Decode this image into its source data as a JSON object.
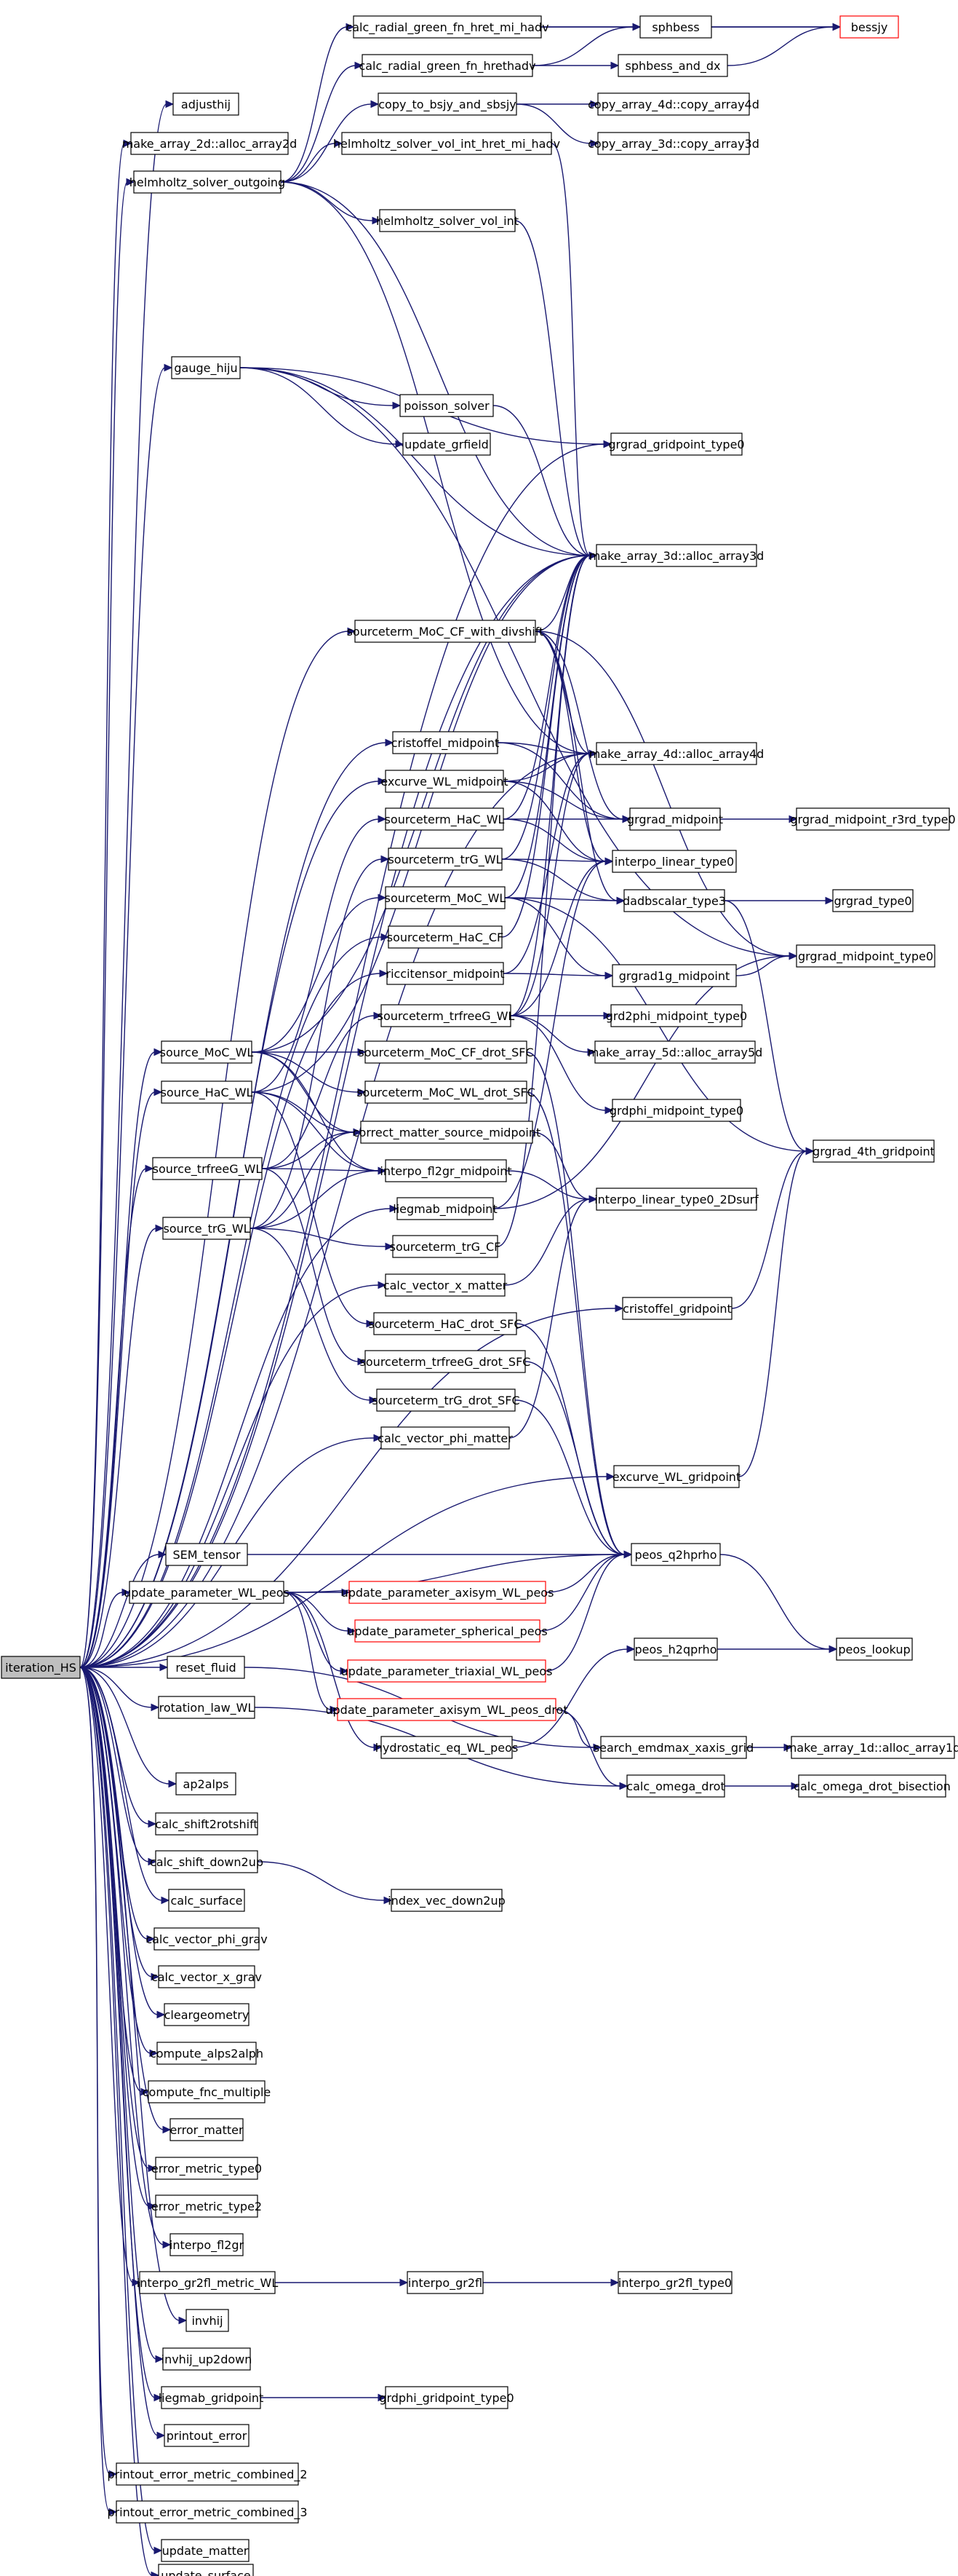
{
  "colors": {
    "edge": "#191970",
    "root_fill": "#bfbfbf",
    "truncated_border": "#ff0000",
    "node_border": "#000000",
    "node_fill": "#ffffff"
  },
  "nodes": [
    {
      "id": "iteration_HS",
      "label": "iteration_HS",
      "root": true
    },
    {
      "id": "calc_radial_green_fn_hret_mi_hadv",
      "label": "calc_radial_green_fn_hret_mi_hadv"
    },
    {
      "id": "calc_radial_green_fn_hrethadv",
      "label": "calc_radial_green_fn_hrethadv"
    },
    {
      "id": "sphbess",
      "label": "sphbess"
    },
    {
      "id": "sphbess_and_dx",
      "label": "sphbess_and_dx"
    },
    {
      "id": "bessjy",
      "label": "bessjy",
      "truncated": true
    },
    {
      "id": "adjusthij",
      "label": "adjusthij"
    },
    {
      "id": "copy_to_bsjy_and_sbsjy",
      "label": "copy_to_bsjy_and_sbsjy"
    },
    {
      "id": "copy_array_4d",
      "label": "copy_array_4d::copy_array4d"
    },
    {
      "id": "copy_array_3d",
      "label": "copy_array_3d::copy_array3d"
    },
    {
      "id": "make_array_2d",
      "label": "make_array_2d::alloc_array2d"
    },
    {
      "id": "helmholtz_solver_vol_int_hret_mi_hadv",
      "label": "helmholtz_solver_vol_int_hret_mi_hadv"
    },
    {
      "id": "helmholtz_solver_outgoing",
      "label": "helmholtz_solver_outgoing"
    },
    {
      "id": "helmholtz_solver_vol_int",
      "label": "helmholtz_solver_vol_int"
    },
    {
      "id": "gauge_hiju",
      "label": "gauge_hiju"
    },
    {
      "id": "poisson_solver",
      "label": "poisson_solver"
    },
    {
      "id": "update_grfield",
      "label": "update_grfield"
    },
    {
      "id": "grgrad_gridpoint_type0",
      "label": "grgrad_gridpoint_type0"
    },
    {
      "id": "make_array_3d",
      "label": "make_array_3d::alloc_array3d"
    },
    {
      "id": "sourceterm_MoC_CF_with_divshift",
      "label": "sourceterm_MoC_CF_with_divshift"
    },
    {
      "id": "cristoffel_midpoint",
      "label": "cristoffel_midpoint"
    },
    {
      "id": "make_array_4d",
      "label": "make_array_4d::alloc_array4d"
    },
    {
      "id": "excurve_WL_midpoint",
      "label": "excurve_WL_midpoint"
    },
    {
      "id": "sourceterm_HaC_WL",
      "label": "sourceterm_HaC_WL"
    },
    {
      "id": "grgrad_midpoint",
      "label": "grgrad_midpoint"
    },
    {
      "id": "grgrad_midpoint_r3rd_type0",
      "label": "grgrad_midpoint_r3rd_type0"
    },
    {
      "id": "sourceterm_trG_WL",
      "label": "sourceterm_trG_WL"
    },
    {
      "id": "interpo_linear_type0",
      "label": "interpo_linear_type0"
    },
    {
      "id": "sourceterm_MoC_WL",
      "label": "sourceterm_MoC_WL"
    },
    {
      "id": "dadbscalar_type3",
      "label": "dadbscalar_type3"
    },
    {
      "id": "grgrad_type0",
      "label": "grgrad_type0"
    },
    {
      "id": "sourceterm_HaC_CF",
      "label": "sourceterm_HaC_CF"
    },
    {
      "id": "riccitensor_midpoint",
      "label": "riccitensor_midpoint"
    },
    {
      "id": "grgrad1g_midpoint",
      "label": "grgrad1g_midpoint"
    },
    {
      "id": "grgrad_midpoint_type0",
      "label": "grgrad_midpoint_type0"
    },
    {
      "id": "sourceterm_trfreeG_WL",
      "label": "sourceterm_trfreeG_WL"
    },
    {
      "id": "grd2phi_midpoint_type0",
      "label": "grd2phi_midpoint_type0"
    },
    {
      "id": "source_MoC_WL",
      "label": "source_MoC_WL"
    },
    {
      "id": "sourceterm_MoC_CF_drot_SFC",
      "label": "sourceterm_MoC_CF_drot_SFC"
    },
    {
      "id": "make_array_5d",
      "label": "make_array_5d::alloc_array5d"
    },
    {
      "id": "source_HaC_WL",
      "label": "source_HaC_WL"
    },
    {
      "id": "sourceterm_MoC_WL_drot_SFC",
      "label": "sourceterm_MoC_WL_drot_SFC"
    },
    {
      "id": "grdphi_midpoint_type0",
      "label": "grdphi_midpoint_type0"
    },
    {
      "id": "correct_matter_source_midpoint",
      "label": "correct_matter_source_midpoint"
    },
    {
      "id": "grgrad_4th_gridpoint",
      "label": "grgrad_4th_gridpoint"
    },
    {
      "id": "source_trfreeG_WL",
      "label": "source_trfreeG_WL"
    },
    {
      "id": "interpo_fl2gr_midpoint",
      "label": "interpo_fl2gr_midpoint"
    },
    {
      "id": "interpo_linear_type0_2Dsurf",
      "label": "interpo_linear_type0_2Dsurf"
    },
    {
      "id": "liegmab_midpoint",
      "label": "liegmab_midpoint"
    },
    {
      "id": "source_trG_WL",
      "label": "source_trG_WL"
    },
    {
      "id": "sourceterm_trG_CF",
      "label": "sourceterm_trG_CF"
    },
    {
      "id": "calc_vector_x_matter",
      "label": "calc_vector_x_matter"
    },
    {
      "id": "cristoffel_gridpoint",
      "label": "cristoffel_gridpoint"
    },
    {
      "id": "sourceterm_HaC_drot_SFC",
      "label": "sourceterm_HaC_drot_SFC"
    },
    {
      "id": "sourceterm_trfreeG_drot_SFC",
      "label": "sourceterm_trfreeG_drot_SFC"
    },
    {
      "id": "sourceterm_trG_drot_SFC",
      "label": "sourceterm_trG_drot_SFC"
    },
    {
      "id": "calc_vector_phi_matter",
      "label": "calc_vector_phi_matter"
    },
    {
      "id": "excurve_WL_gridpoint",
      "label": "excurve_WL_gridpoint"
    },
    {
      "id": "SEM_tensor",
      "label": "SEM_tensor"
    },
    {
      "id": "peos_q2hprho",
      "label": "peos_q2hprho"
    },
    {
      "id": "update_parameter_WL_peos",
      "label": "update_parameter_WL_peos"
    },
    {
      "id": "update_parameter_axisym_WL_peos",
      "label": "update_parameter_axisym_WL_peos",
      "truncated": true
    },
    {
      "id": "update_parameter_spherical_peos",
      "label": "update_parameter_spherical_peos",
      "truncated": true
    },
    {
      "id": "peos_lookup",
      "label": "peos_lookup"
    },
    {
      "id": "peos_h2qprho",
      "label": "peos_h2qprho"
    },
    {
      "id": "reset_fluid",
      "label": "reset_fluid"
    },
    {
      "id": "update_parameter_triaxial_WL_peos",
      "label": "update_parameter_triaxial_WL_peos",
      "truncated": true
    },
    {
      "id": "update_parameter_axisym_WL_peos_drot",
      "label": "update_parameter_axisym_WL_peos_drot",
      "truncated": true
    },
    {
      "id": "rotation_law_WL",
      "label": "rotation_law_WL"
    },
    {
      "id": "hydrostatic_eq_WL_peos",
      "label": "hydrostatic_eq_WL_peos"
    },
    {
      "id": "search_emdmax_xaxis_grid",
      "label": "search_emdmax_xaxis_grid"
    },
    {
      "id": "make_array_1d",
      "label": "make_array_1d::alloc_array1d"
    },
    {
      "id": "ap2alps",
      "label": "ap2alps"
    },
    {
      "id": "calc_omega_drot",
      "label": "calc_omega_drot"
    },
    {
      "id": "calc_omega_drot_bisection",
      "label": "calc_omega_drot_bisection"
    },
    {
      "id": "calc_shift2rotshift",
      "label": "calc_shift2rotshift"
    },
    {
      "id": "calc_shift_down2up",
      "label": "calc_shift_down2up"
    },
    {
      "id": "index_vec_down2up",
      "label": "index_vec_down2up"
    },
    {
      "id": "calc_surface",
      "label": "calc_surface"
    },
    {
      "id": "calc_vector_phi_grav",
      "label": "calc_vector_phi_grav"
    },
    {
      "id": "calc_vector_x_grav",
      "label": "calc_vector_x_grav"
    },
    {
      "id": "cleargeometry",
      "label": "cleargeometry"
    },
    {
      "id": "compute_alps2alph",
      "label": "compute_alps2alph"
    },
    {
      "id": "compute_fnc_multiple",
      "label": "compute_fnc_multiple"
    },
    {
      "id": "error_matter",
      "label": "error_matter"
    },
    {
      "id": "error_metric_type0",
      "label": "error_metric_type0"
    },
    {
      "id": "error_metric_type2",
      "label": "error_metric_type2"
    },
    {
      "id": "interpo_fl2gr",
      "label": "interpo_fl2gr"
    },
    {
      "id": "interpo_gr2fl_metric_WL",
      "label": "interpo_gr2fl_metric_WL"
    },
    {
      "id": "interpo_gr2fl",
      "label": "interpo_gr2fl"
    },
    {
      "id": "interpo_gr2fl_type0",
      "label": "interpo_gr2fl_type0"
    },
    {
      "id": "invhij",
      "label": "invhij"
    },
    {
      "id": "invhij_up2down",
      "label": "invhij_up2down"
    },
    {
      "id": "liegmab_gridpoint",
      "label": "liegmab_gridpoint"
    },
    {
      "id": "grdphi_gridpoint_type0",
      "label": "grdphi_gridpoint_type0"
    },
    {
      "id": "printout_error",
      "label": "printout_error"
    },
    {
      "id": "printout_error_metric_combined_2",
      "label": "printout_error_metric_combined_2"
    },
    {
      "id": "printout_error_metric_combined_3",
      "label": "printout_error_metric_combined_3"
    },
    {
      "id": "update_matter",
      "label": "update_matter"
    },
    {
      "id": "update_surface",
      "label": "update_surface"
    }
  ],
  "edges": [
    [
      "iteration_HS",
      "adjusthij"
    ],
    [
      "iteration_HS",
      "make_array_2d"
    ],
    [
      "iteration_HS",
      "helmholtz_solver_outgoing"
    ],
    [
      "iteration_HS",
      "gauge_hiju"
    ],
    [
      "iteration_HS",
      "grgrad_gridpoint_type0"
    ],
    [
      "iteration_HS",
      "make_array_3d"
    ],
    [
      "iteration_HS",
      "make_array_4d"
    ],
    [
      "iteration_HS",
      "sourceterm_MoC_CF_with_divshift"
    ],
    [
      "iteration_HS",
      "cristoffel_midpoint"
    ],
    [
      "iteration_HS",
      "excurve_WL_midpoint"
    ],
    [
      "iteration_HS",
      "sourceterm_HaC_CF"
    ],
    [
      "iteration_HS",
      "riccitensor_midpoint"
    ],
    [
      "iteration_HS",
      "source_MoC_WL"
    ],
    [
      "iteration_HS",
      "source_HaC_WL"
    ],
    [
      "iteration_HS",
      "source_trfreeG_WL"
    ],
    [
      "iteration_HS",
      "source_trG_WL"
    ],
    [
      "iteration_HS",
      "liegmab_midpoint"
    ],
    [
      "iteration_HS",
      "calc_vector_x_matter"
    ],
    [
      "iteration_HS",
      "cristoffel_gridpoint"
    ],
    [
      "iteration_HS",
      "calc_vector_phi_matter"
    ],
    [
      "iteration_HS",
      "excurve_WL_gridpoint"
    ],
    [
      "iteration_HS",
      "SEM_tensor"
    ],
    [
      "iteration_HS",
      "update_parameter_WL_peos"
    ],
    [
      "iteration_HS",
      "reset_fluid"
    ],
    [
      "iteration_HS",
      "rotation_law_WL"
    ],
    [
      "iteration_HS",
      "ap2alps"
    ],
    [
      "iteration_HS",
      "calc_shift2rotshift"
    ],
    [
      "iteration_HS",
      "calc_shift_down2up"
    ],
    [
      "iteration_HS",
      "calc_surface"
    ],
    [
      "iteration_HS",
      "calc_vector_phi_grav"
    ],
    [
      "iteration_HS",
      "calc_vector_x_grav"
    ],
    [
      "iteration_HS",
      "cleargeometry"
    ],
    [
      "iteration_HS",
      "compute_alps2alph"
    ],
    [
      "iteration_HS",
      "compute_fnc_multiple"
    ],
    [
      "iteration_HS",
      "error_matter"
    ],
    [
      "iteration_HS",
      "error_metric_type0"
    ],
    [
      "iteration_HS",
      "error_metric_type2"
    ],
    [
      "iteration_HS",
      "interpo_fl2gr"
    ],
    [
      "iteration_HS",
      "interpo_gr2fl_metric_WL"
    ],
    [
      "iteration_HS",
      "invhij"
    ],
    [
      "iteration_HS",
      "invhij_up2down"
    ],
    [
      "iteration_HS",
      "liegmab_gridpoint"
    ],
    [
      "iteration_HS",
      "printout_error"
    ],
    [
      "iteration_HS",
      "printout_error_metric_combined_2"
    ],
    [
      "iteration_HS",
      "printout_error_metric_combined_3"
    ],
    [
      "iteration_HS",
      "update_matter"
    ],
    [
      "iteration_HS",
      "update_surface"
    ],
    [
      "calc_radial_green_fn_hret_mi_hadv",
      "sphbess"
    ],
    [
      "calc_radial_green_fn_hret_mi_hadv",
      "bessjy"
    ],
    [
      "calc_radial_green_fn_hrethadv",
      "sphbess"
    ],
    [
      "calc_radial_green_fn_hrethadv",
      "sphbess_and_dx"
    ],
    [
      "sphbess",
      "bessjy"
    ],
    [
      "sphbess_and_dx",
      "bessjy"
    ],
    [
      "copy_to_bsjy_and_sbsjy",
      "copy_array_4d"
    ],
    [
      "copy_to_bsjy_and_sbsjy",
      "copy_array_3d"
    ],
    [
      "helmholtz_solver_outgoing",
      "calc_radial_green_fn_hret_mi_hadv"
    ],
    [
      "helmholtz_solver_outgoing",
      "calc_radial_green_fn_hrethadv"
    ],
    [
      "helmholtz_solver_outgoing",
      "copy_to_bsjy_and_sbsjy"
    ],
    [
      "helmholtz_solver_outgoing",
      "helmholtz_solver_vol_int_hret_mi_hadv"
    ],
    [
      "helmholtz_solver_outgoing",
      "helmholtz_solver_vol_int"
    ],
    [
      "helmholtz_solver_outgoing",
      "make_array_3d"
    ],
    [
      "helmholtz_solver_outgoing",
      "make_array_4d"
    ],
    [
      "helmholtz_solver_vol_int_hret_mi_hadv",
      "make_array_3d"
    ],
    [
      "helmholtz_solver_vol_int",
      "make_array_3d"
    ],
    [
      "gauge_hiju",
      "poisson_solver"
    ],
    [
      "gauge_hiju",
      "update_grfield"
    ],
    [
      "gauge_hiju",
      "grgrad_gridpoint_type0"
    ],
    [
      "gauge_hiju",
      "make_array_3d"
    ],
    [
      "gauge_hiju",
      "grgrad_midpoint_type0"
    ],
    [
      "poisson_solver",
      "make_array_3d"
    ],
    [
      "sourceterm_MoC_CF_with_divshift",
      "make_array_3d"
    ],
    [
      "sourceterm_MoC_CF_with_divshift",
      "make_array_4d"
    ],
    [
      "sourceterm_MoC_CF_with_divshift",
      "grgrad_midpoint"
    ],
    [
      "sourceterm_MoC_CF_with_divshift",
      "interpo_linear_type0"
    ],
    [
      "sourceterm_MoC_CF_with_divshift",
      "dadbscalar_type3"
    ],
    [
      "sourceterm_MoC_CF_with_divshift",
      "grgrad_midpoint_type0"
    ],
    [
      "cristoffel_midpoint",
      "make_array_4d"
    ],
    [
      "cristoffel_midpoint",
      "grgrad_midpoint"
    ],
    [
      "excurve_WL_midpoint",
      "make_array_4d"
    ],
    [
      "excurve_WL_midpoint",
      "grgrad_midpoint"
    ],
    [
      "excurve_WL_midpoint",
      "interpo_linear_type0"
    ],
    [
      "sourceterm_HaC_WL",
      "grgrad_midpoint"
    ],
    [
      "sourceterm_HaC_WL",
      "interpo_linear_type0"
    ],
    [
      "sourceterm_HaC_WL",
      "make_array_3d"
    ],
    [
      "sourceterm_trG_WL",
      "interpo_linear_type0"
    ],
    [
      "sourceterm_trG_WL",
      "dadbscalar_type3"
    ],
    [
      "sourceterm_trG_WL",
      "make_array_3d"
    ],
    [
      "sourceterm_MoC_WL",
      "dadbscalar_type3"
    ],
    [
      "sourceterm_MoC_WL",
      "grgrad1g_midpoint"
    ],
    [
      "sourceterm_MoC_WL",
      "make_array_3d"
    ],
    [
      "sourceterm_MoC_WL",
      "grgrad_4th_gridpoint"
    ],
    [
      "grgrad_midpoint",
      "grgrad_midpoint_r3rd_type0"
    ],
    [
      "dadbscalar_type3",
      "grgrad_type0"
    ],
    [
      "dadbscalar_type3",
      "grgrad_4th_gridpoint"
    ],
    [
      "sourceterm_HaC_CF",
      "make_array_3d"
    ],
    [
      "riccitensor_midpoint",
      "grgrad1g_midpoint"
    ],
    [
      "riccitensor_midpoint",
      "make_array_4d"
    ],
    [
      "grgrad1g_midpoint",
      "grgrad_midpoint_type0"
    ],
    [
      "sourceterm_trfreeG_WL",
      "grd2phi_midpoint_type0"
    ],
    [
      "sourceterm_trfreeG_WL",
      "make_array_5d"
    ],
    [
      "sourceterm_trfreeG_WL",
      "grdphi_midpoint_type0"
    ],
    [
      "sourceterm_trfreeG_WL",
      "make_array_3d"
    ],
    [
      "sourceterm_trfreeG_WL",
      "make_array_4d"
    ],
    [
      "sourceterm_trfreeG_WL",
      "interpo_linear_type0"
    ],
    [
      "source_MoC_WL",
      "sourceterm_MoC_WL"
    ],
    [
      "source_MoC_WL",
      "sourceterm_MoC_CF_drot_SFC"
    ],
    [
      "source_MoC_WL",
      "sourceterm_MoC_WL_drot_SFC"
    ],
    [
      "source_MoC_WL",
      "correct_matter_source_midpoint"
    ],
    [
      "source_MoC_WL",
      "interpo_fl2gr_midpoint"
    ],
    [
      "source_MoC_WL",
      "make_array_3d"
    ],
    [
      "source_HaC_WL",
      "sourceterm_HaC_WL"
    ],
    [
      "source_HaC_WL",
      "sourceterm_HaC_drot_SFC"
    ],
    [
      "source_HaC_WL",
      "correct_matter_source_midpoint"
    ],
    [
      "source_HaC_WL",
      "interpo_fl2gr_midpoint"
    ],
    [
      "source_HaC_WL",
      "make_array_3d"
    ],
    [
      "source_trfreeG_WL",
      "sourceterm_trfreeG_WL"
    ],
    [
      "source_trfreeG_WL",
      "sourceterm_trfreeG_drot_SFC"
    ],
    [
      "source_trfreeG_WL",
      "correct_matter_source_midpoint"
    ],
    [
      "source_trfreeG_WL",
      "interpo_fl2gr_midpoint"
    ],
    [
      "source_trG_WL",
      "sourceterm_trG_WL"
    ],
    [
      "source_trG_WL",
      "sourceterm_trG_CF"
    ],
    [
      "source_trG_WL",
      "sourceterm_trG_drot_SFC"
    ],
    [
      "source_trG_WL",
      "correct_matter_source_midpoint"
    ],
    [
      "source_trG_WL",
      "interpo_fl2gr_midpoint"
    ],
    [
      "sourceterm_MoC_CF_drot_SFC",
      "peos_q2hprho"
    ],
    [
      "sourceterm_MoC_WL_drot_SFC",
      "peos_q2hprho"
    ],
    [
      "correct_matter_source_midpoint",
      "interpo_linear_type0_2Dsurf"
    ],
    [
      "interpo_fl2gr_midpoint",
      "interpo_linear_type0_2Dsurf"
    ],
    [
      "liegmab_midpoint",
      "grgrad_midpoint_type0"
    ],
    [
      "liegmab_midpoint",
      "interpo_linear_type0"
    ],
    [
      "sourceterm_trG_CF",
      "make_array_3d"
    ],
    [
      "calc_vector_x_matter",
      "interpo_linear_type0_2Dsurf"
    ],
    [
      "cristoffel_gridpoint",
      "grgrad_4th_gridpoint"
    ],
    [
      "sourceterm_HaC_drot_SFC",
      "peos_q2hprho"
    ],
    [
      "sourceterm_trfreeG_drot_SFC",
      "peos_q2hprho"
    ],
    [
      "sourceterm_trG_drot_SFC",
      "peos_q2hprho"
    ],
    [
      "calc_vector_phi_matter",
      "interpo_linear_type0_2Dsurf"
    ],
    [
      "excurve_WL_gridpoint",
      "grgrad_4th_gridpoint"
    ],
    [
      "SEM_tensor",
      "peos_q2hprho"
    ],
    [
      "update_parameter_WL_peos",
      "update_parameter_axisym_WL_peos"
    ],
    [
      "update_parameter_WL_peos",
      "update_parameter_spherical_peos"
    ],
    [
      "update_parameter_WL_peos",
      "update_parameter_triaxial_WL_peos"
    ],
    [
      "update_parameter_WL_peos",
      "update_parameter_axisym_WL_peos_drot"
    ],
    [
      "update_parameter_WL_peos",
      "hydrostatic_eq_WL_peos"
    ],
    [
      "update_parameter_WL_peos",
      "peos_q2hprho"
    ],
    [
      "update_parameter_axisym_WL_peos",
      "peos_q2hprho"
    ],
    [
      "update_parameter_spherical_peos",
      "peos_q2hprho"
    ],
    [
      "update_parameter_triaxial_WL_peos",
      "peos_q2hprho"
    ],
    [
      "update_parameter_axisym_WL_peos_drot",
      "search_emdmax_xaxis_grid"
    ],
    [
      "update_parameter_axisym_WL_peos_drot",
      "calc_omega_drot"
    ],
    [
      "peos_q2hprho",
      "peos_lookup"
    ],
    [
      "peos_h2qprho",
      "peos_lookup"
    ],
    [
      "hydrostatic_eq_WL_peos",
      "peos_h2qprho"
    ],
    [
      "reset_fluid",
      "search_emdmax_xaxis_grid"
    ],
    [
      "search_emdmax_xaxis_grid",
      "make_array_1d"
    ],
    [
      "rotation_law_WL",
      "calc_omega_drot"
    ],
    [
      "calc_omega_drot",
      "calc_omega_drot_bisection"
    ],
    [
      "calc_shift_down2up",
      "index_vec_down2up"
    ],
    [
      "interpo_gr2fl_metric_WL",
      "interpo_gr2fl"
    ],
    [
      "interpo_gr2fl",
      "interpo_gr2fl_type0"
    ],
    [
      "liegmab_gridpoint",
      "grdphi_gridpoint_type0"
    ]
  ]
}
